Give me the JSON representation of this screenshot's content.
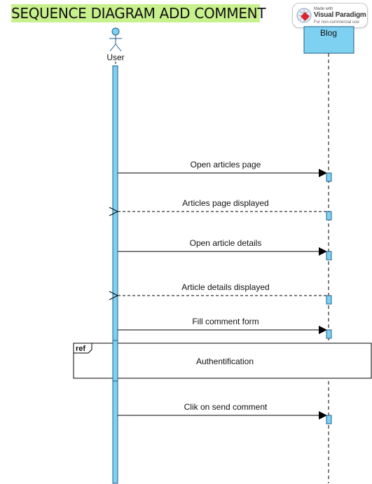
{
  "title": "SEQUENCE DIAGRAM ADD COMMENT",
  "watermark": {
    "made_with": "Made with",
    "brand": "Visual Paradigm",
    "note": "For non-commercial use"
  },
  "lifelines": {
    "user": {
      "label": "User"
    },
    "blog": {
      "label": "Blog"
    }
  },
  "messages": [
    {
      "label": "Open articles page",
      "kind": "sync"
    },
    {
      "label": "Articles page displayed",
      "kind": "return"
    },
    {
      "label": "Open article details",
      "kind": "sync"
    },
    {
      "label": "Article details displayed",
      "kind": "return"
    },
    {
      "label": "Fill comment form",
      "kind": "sync"
    },
    {
      "label": "Clik on send comment",
      "kind": "sync"
    }
  ],
  "ref_fragment": {
    "tag": "ref",
    "label": "Authentification"
  },
  "colors": {
    "title_bg": "#c8f08c",
    "lifeline_fill": "#7fd1f2",
    "lifeline_stroke": "#1f5f8a",
    "activation_fill": "#7fd1f2",
    "line": "#000000"
  }
}
